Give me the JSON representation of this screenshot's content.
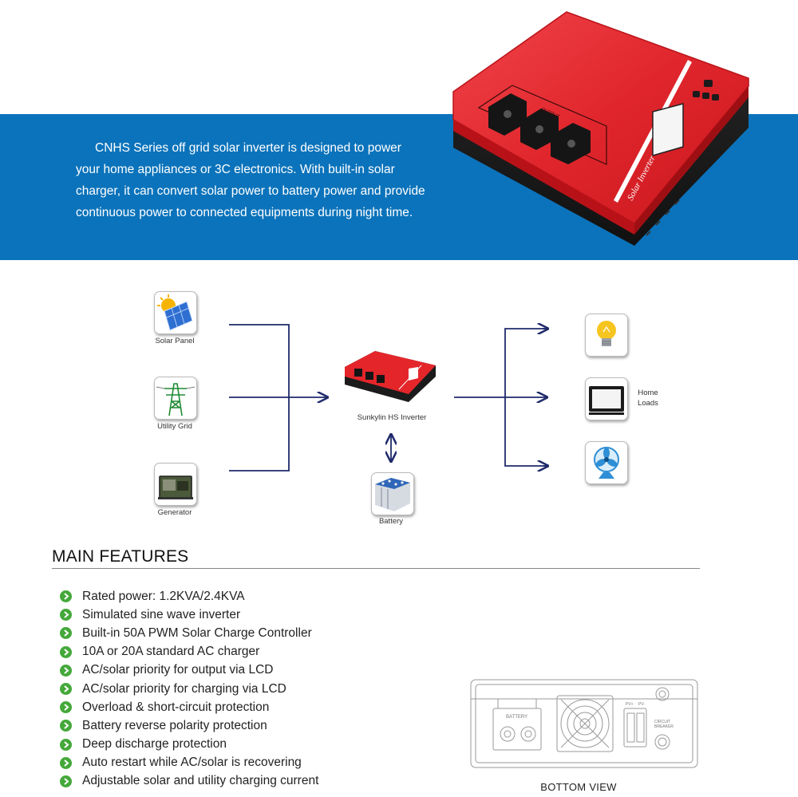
{
  "intro": {
    "text": "CNHS Series off grid solar inverter is designed to power your home appliances or 3C electronics.  With built-in solar charger, it can convert solar power to battery power and provide continuous power to connected equipments during night time."
  },
  "product": {
    "label": "Solar Inverter",
    "socket_label": "OUTPUT",
    "color": "#e4262b"
  },
  "diagram": {
    "sources": [
      {
        "label": "Solar Panel",
        "icon": "solar-panel-icon"
      },
      {
        "label": "Utility Grid",
        "icon": "power-tower-icon"
      },
      {
        "label": "Generator",
        "icon": "generator-icon"
      }
    ],
    "inverter_label": "Sunkylin HS Inverter",
    "battery_label": "Battery",
    "loads_label": "Home\nLoads",
    "loads": [
      {
        "icon": "light-bulb-icon"
      },
      {
        "icon": "television-icon"
      },
      {
        "icon": "fan-icon"
      }
    ]
  },
  "features": {
    "title": "MAIN FEATURES",
    "items": [
      "Rated power: 1.2KVA/2.4KVA",
      "Simulated sine wave inverter",
      "Built-in 50A PWM Solar Charge Controller",
      "10A or 20A standard AC charger",
      "AC/solar priority for output via LCD",
      "AC/solar priority for charging via LCD",
      "Overload & short-circuit protection",
      "Battery reverse polarity protection",
      "Deep discharge protection",
      "Auto restart while AC/solar is recovering",
      "Adjustable solar and utility charging current"
    ]
  },
  "bottom_view": {
    "caption": "BOTTOM VIEW",
    "battery_label": "BATTERY",
    "breaker_label": "CIRCUIT\nBREAKER",
    "pv_labels": [
      "PV+",
      "PV-"
    ]
  },
  "colors": {
    "banner": "#0b73bb",
    "arrow": "#1f2a6b",
    "bullet": "#44a83a"
  }
}
